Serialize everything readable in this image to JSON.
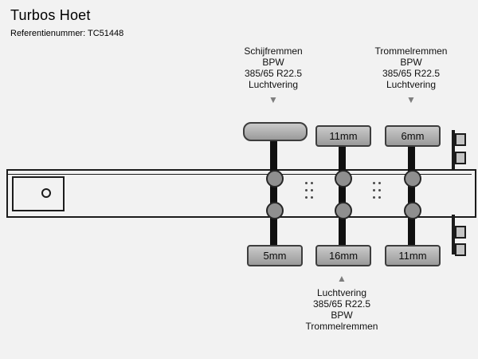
{
  "header": {
    "title": "Turbos Hoet",
    "reference": "Referentienummer: TC51448"
  },
  "labels": {
    "front": {
      "lines": [
        "Schijfremmen",
        "BPW",
        "385/65 R22.5",
        "Luchtvering"
      ],
      "arrow": "▼"
    },
    "rear": {
      "lines": [
        "Trommelremmen",
        "BPW",
        "385/65 R22.5",
        "Luchtvering"
      ],
      "arrow": "▼"
    },
    "bottom": {
      "arrow": "▲",
      "lines": [
        "Luchtvering",
        "385/65 R22.5",
        "BPW",
        "Trommelremmen"
      ]
    }
  },
  "measurements": {
    "top": [
      "",
      "11mm",
      "6mm"
    ],
    "bottom": [
      "5mm",
      "16mm",
      "11mm"
    ]
  },
  "colors": {
    "background": "#f2f2f2",
    "axle": "#101010",
    "box_fill": "#b0b0b0",
    "box_border": "#3d3d3d",
    "arrow": "#7d7d7d"
  }
}
